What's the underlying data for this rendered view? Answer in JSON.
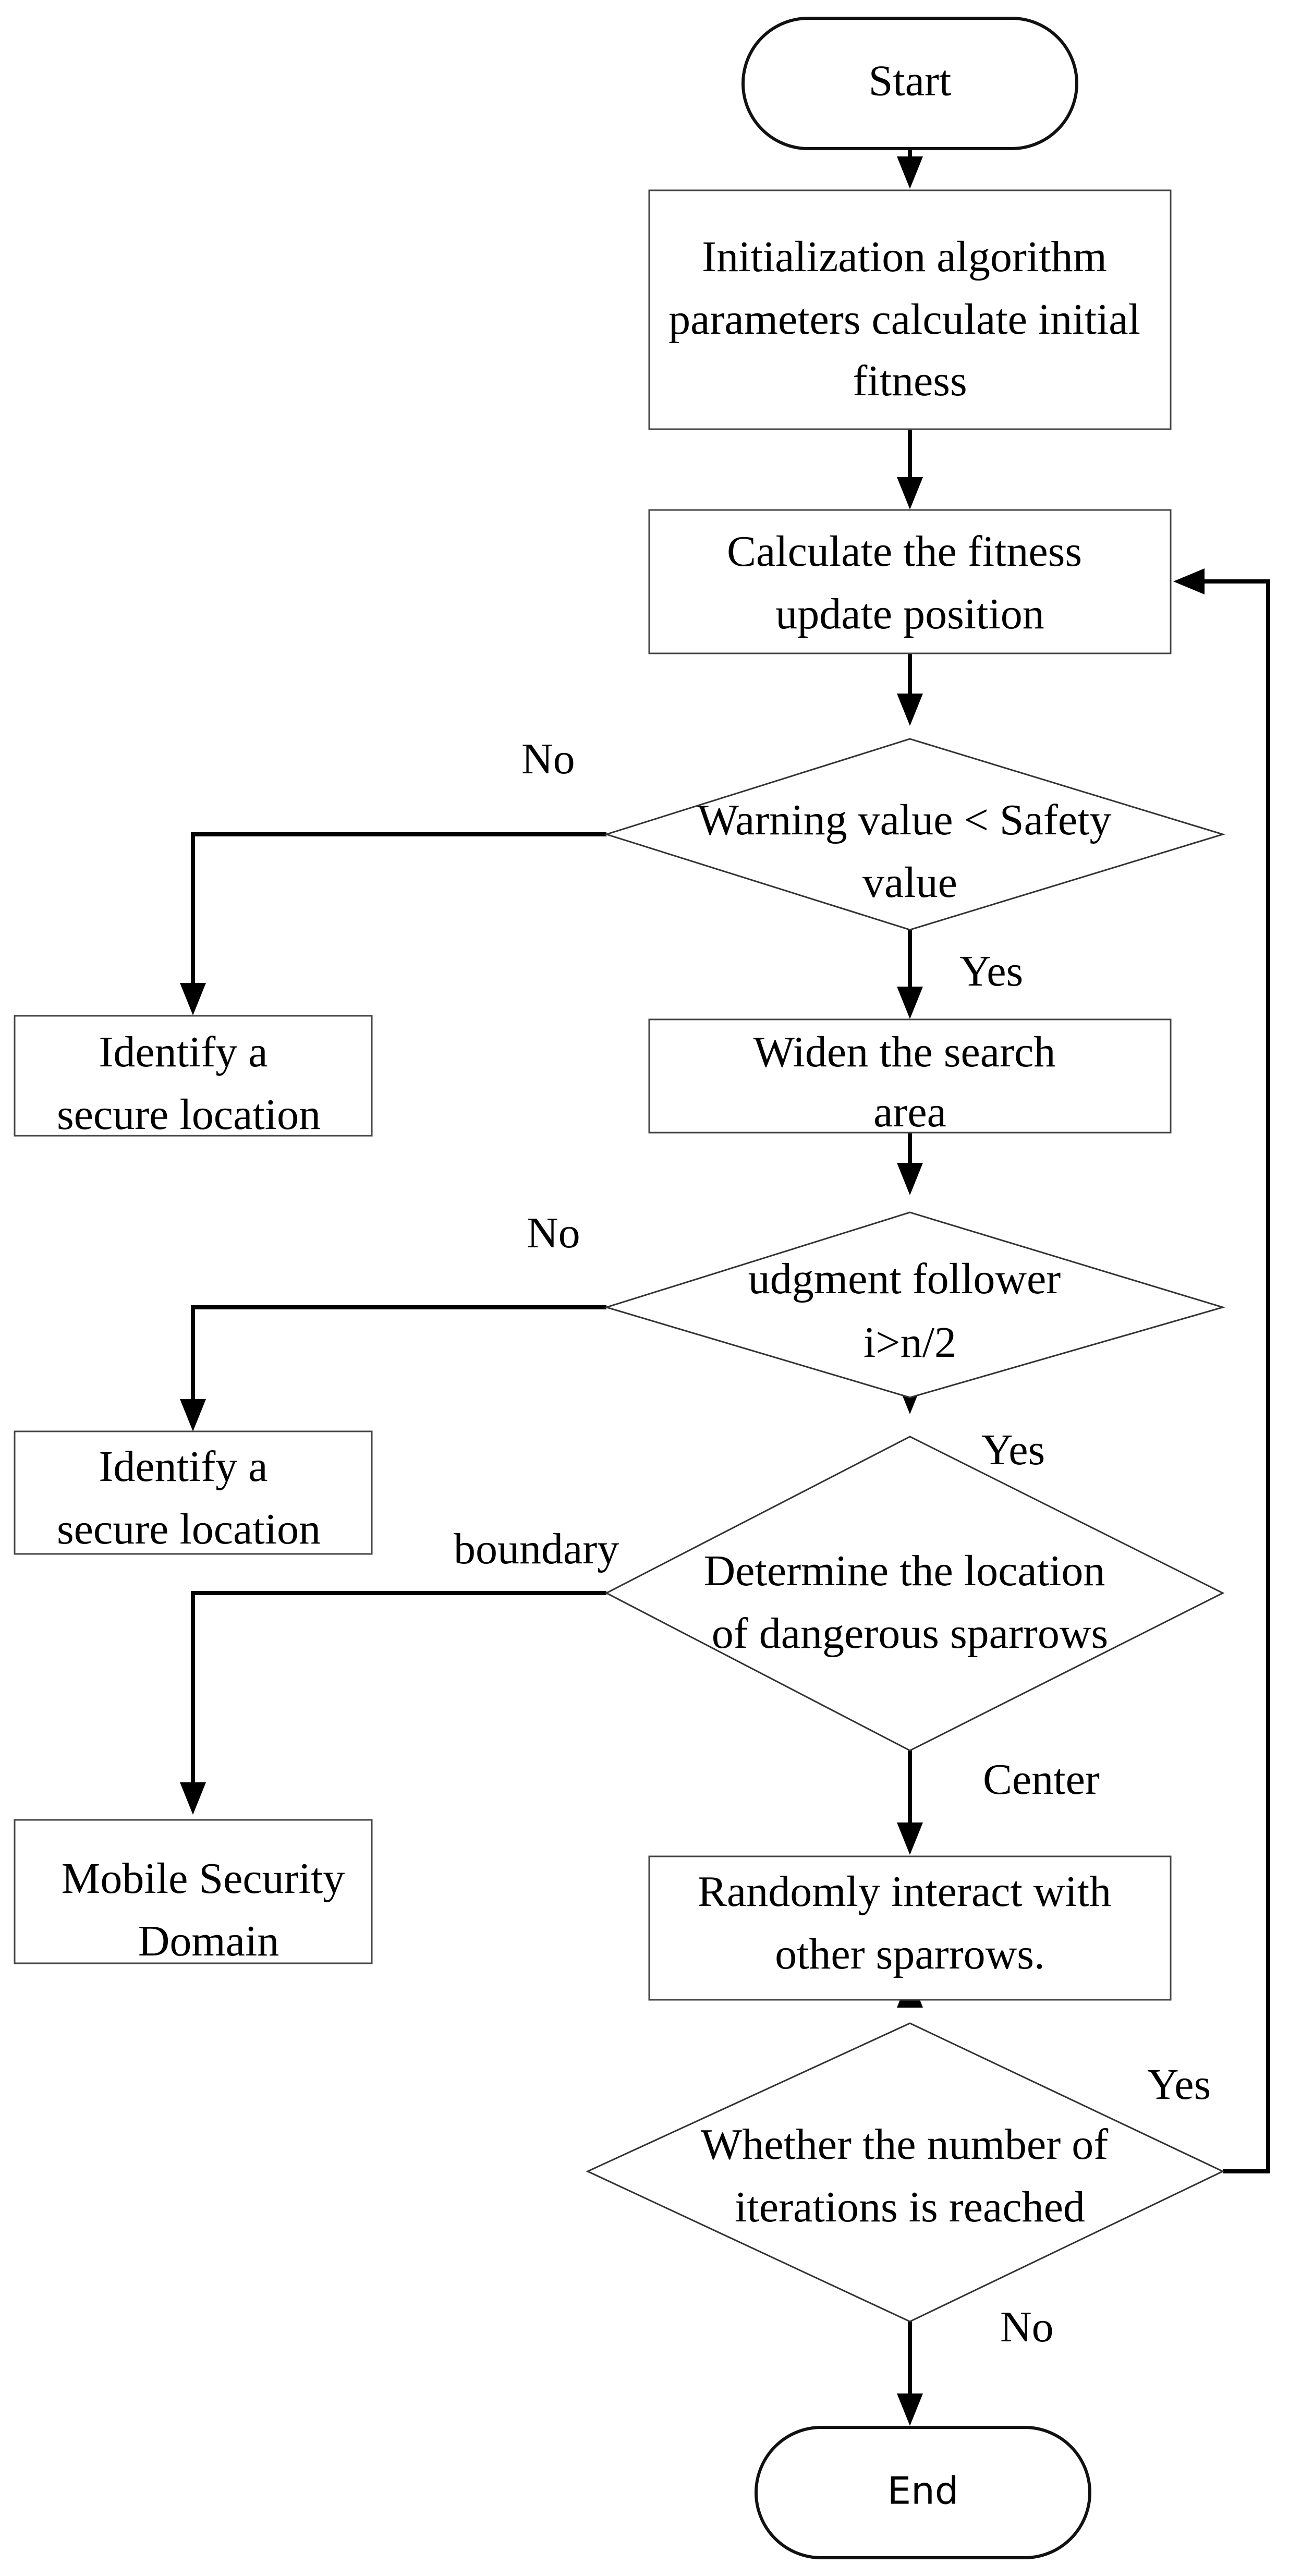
{
  "flowchart": {
    "start": "Start",
    "init": [
      "Initialization algorithm",
      "parameters calculate initial",
      "fitness"
    ],
    "calc": [
      "Calculate the fitness",
      "update position"
    ],
    "warning": [
      "Warning value < Safety",
      "value"
    ],
    "widen": [
      "Widen the search",
      "area"
    ],
    "judgment": [
      "udgment follower",
      "i>n/2"
    ],
    "determine": [
      "Determine the location",
      "of dangerous sparrows"
    ],
    "interact": [
      "Randomly interact with",
      "other sparrows."
    ],
    "iterations": [
      "Whether the number of",
      "iterations is reached"
    ],
    "end": "End",
    "identify1": [
      "Identify a",
      "secure location"
    ],
    "identify2": [
      "Identify a",
      "secure location"
    ],
    "mobile": [
      "Mobile Security",
      "Domain"
    ],
    "labels": {
      "no1": "No",
      "yes1": "Yes",
      "no2": "No",
      "yes2": "Yes",
      "boundary": "boundary",
      "center": "Center",
      "yes3": "Yes",
      "no3": "No"
    }
  }
}
